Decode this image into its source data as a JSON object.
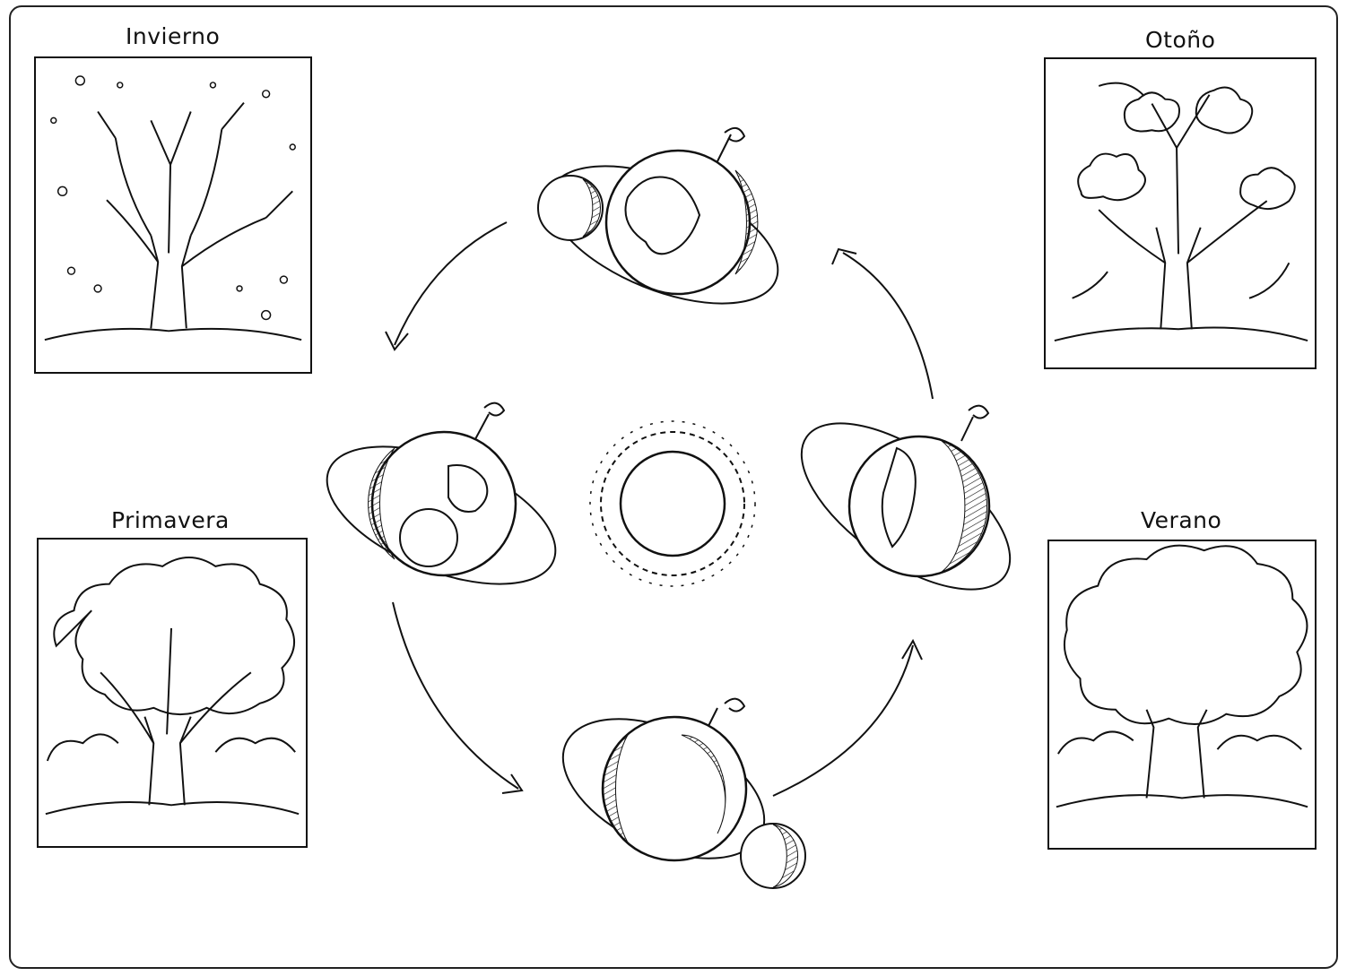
{
  "seasons": {
    "winter": {
      "label": "Invierno",
      "icon": "bare-tree-snow"
    },
    "autumn": {
      "label": "Otoño",
      "icon": "tree-falling-leaves"
    },
    "spring": {
      "label": "Primavera",
      "icon": "leafy-tree"
    },
    "summer": {
      "label": "Verano",
      "icon": "full-tree"
    }
  },
  "colors": {
    "ink": "#111111",
    "paper": "#ffffff"
  }
}
